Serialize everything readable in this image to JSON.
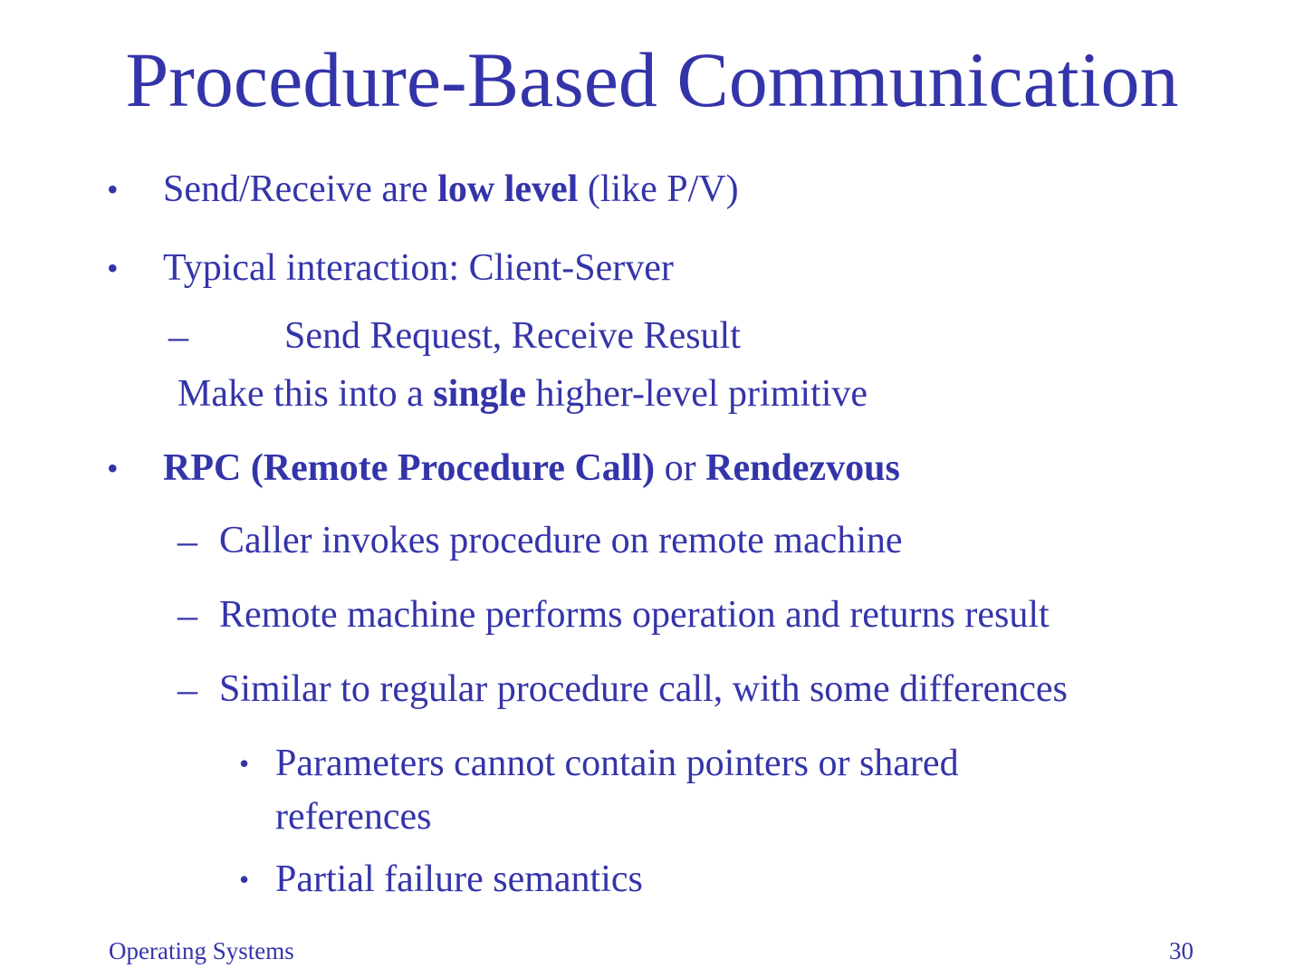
{
  "slide": {
    "title": "Procedure-Based Communication",
    "colors": {
      "text": "#3434aa",
      "background": "#ffffff"
    },
    "markers": {
      "bullet": "•",
      "dash": "–"
    },
    "footer": {
      "left": "Operating Systems",
      "page_number": "30"
    }
  },
  "content": {
    "b1": {
      "pre": "Send/Receive are ",
      "bold": "low level",
      "post": " (like P/V)"
    },
    "b2": {
      "text": "Typical interaction: Client-Server"
    },
    "b2_sub1": {
      "text": "Send Request, Receive Result"
    },
    "b2_note": {
      "pre": "Make this into a ",
      "bold": "single",
      "post": " higher-level primitive"
    },
    "b3": {
      "bold1": "RPC (Remote Procedure Call)",
      "mid": " or ",
      "bold2": "Rendezvous"
    },
    "b3_sub1": {
      "text": "Caller invokes procedure on remote machine"
    },
    "b3_sub2": {
      "text": "Remote machine performs operation and returns result"
    },
    "b3_sub3": {
      "text": "Similar to regular procedure call, with some differences"
    },
    "b3_sub3_a": {
      "text": "Parameters cannot contain pointers or shared references"
    },
    "b3_sub3_b": {
      "text": "Partial failure semantics"
    }
  }
}
